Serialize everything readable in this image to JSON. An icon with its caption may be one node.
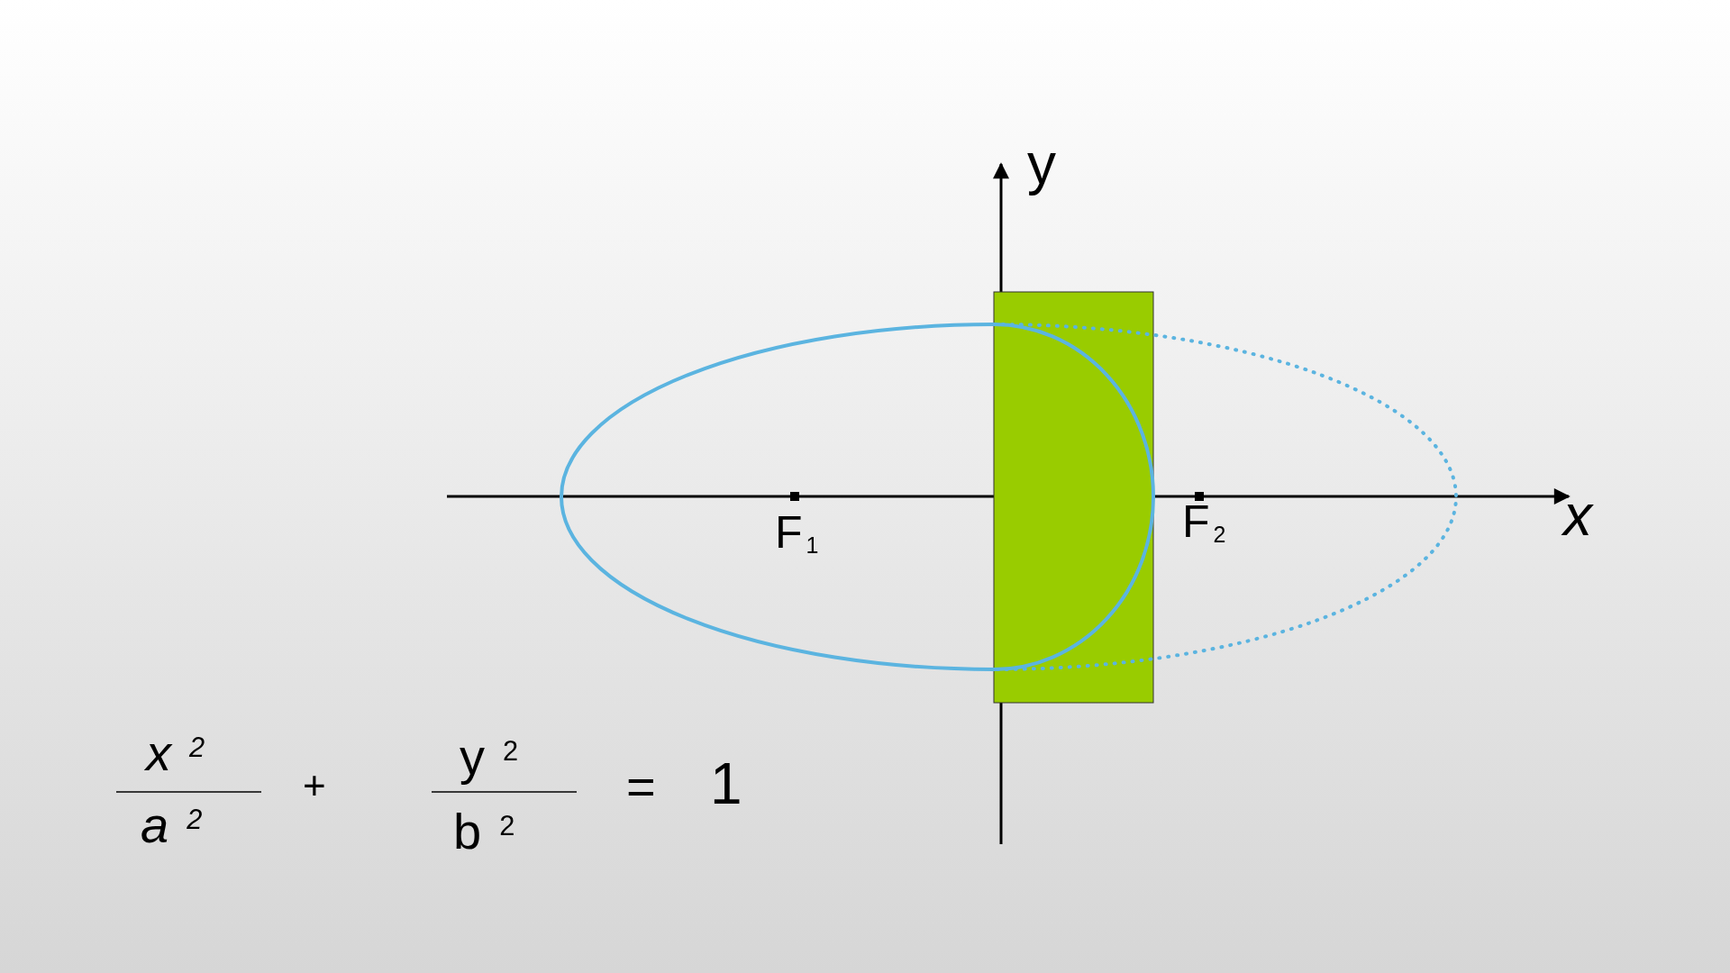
{
  "diagram": {
    "labels": [
      "y",
      "F$_{1}$",
      "F$_{2}$",
      "x",
      "x$^{2}$",
      "a$^{2}$",
      "+",
      "y$^{2}$",
      "b$^{2}$",
      "=",
      "1"
    ]
  }
}
